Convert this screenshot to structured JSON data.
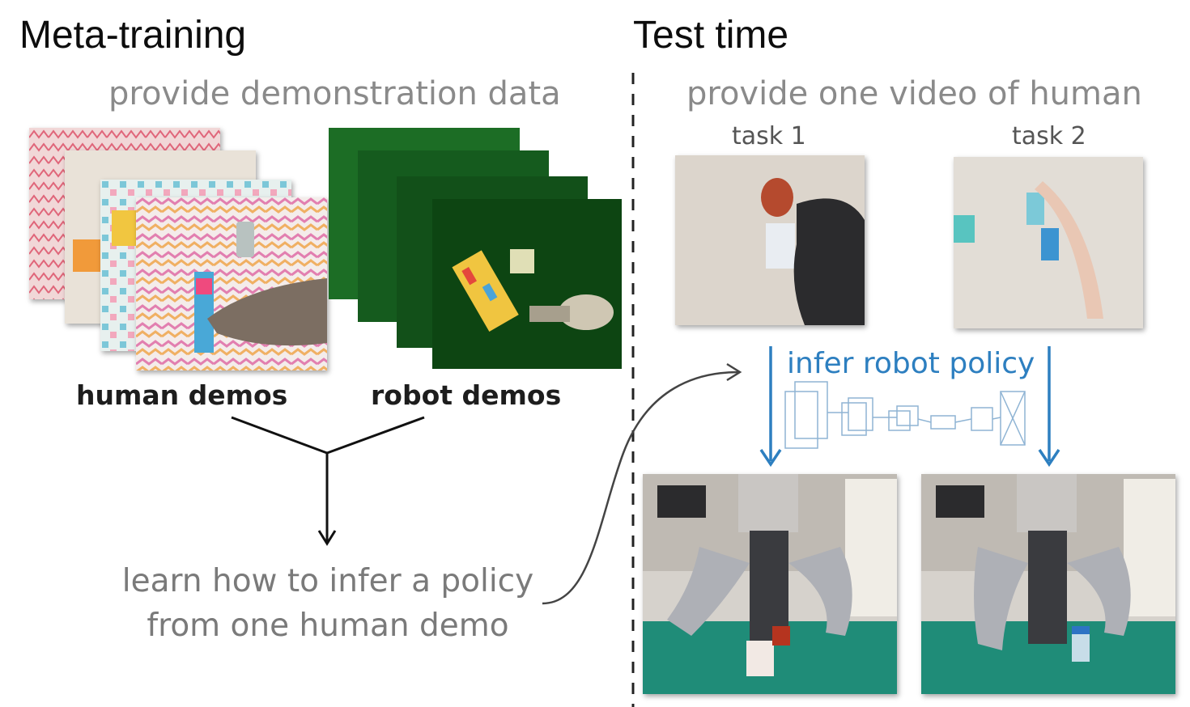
{
  "headings": {
    "left": "Meta-training",
    "right": "Test time"
  },
  "meta_training": {
    "subtitle": "provide demonstration data",
    "human_label": "human demos",
    "robot_label": "robot demos",
    "learn_line1": "learn how to infer a policy",
    "learn_line2": "from one human demo"
  },
  "test_time": {
    "subtitle": "provide one video of human",
    "task1_label": "task 1",
    "task2_label": "task 2",
    "infer_label": "infer robot policy"
  },
  "colors": {
    "infer_blue": "#2d7fc0",
    "robot_green": "#1f5e24",
    "table_teal": "#1f8c78"
  }
}
